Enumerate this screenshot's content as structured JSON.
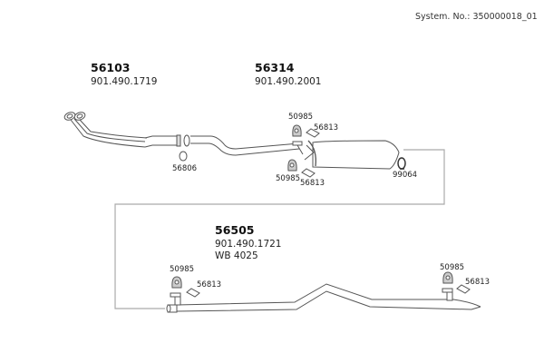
{
  "header": {
    "system_number": "System. No.: 350000018_01"
  },
  "assemblies": [
    {
      "part": "56103",
      "numbers": [
        "901.490.1719"
      ]
    },
    {
      "part": "56314",
      "numbers": [
        "901.490.2001"
      ]
    },
    {
      "part": "56505",
      "numbers": [
        "901.490.1721",
        "WB 4025"
      ]
    }
  ],
  "callouts": {
    "ring_gasket": "56806",
    "mount_top_mid": "50985",
    "bracket_top_mid": "56813",
    "mount_bottom_mid": "50985",
    "bracket_bottom_mid": "56813",
    "clamp": "99064",
    "mount_rear_left": "50985",
    "bracket_rear_left": "56813",
    "mount_rear_right": "50985",
    "bracket_rear_right": "56813"
  },
  "colors": {
    "line": "#555555",
    "connector": "#aaaaaa",
    "fill_shade": "#cfcfcf"
  }
}
